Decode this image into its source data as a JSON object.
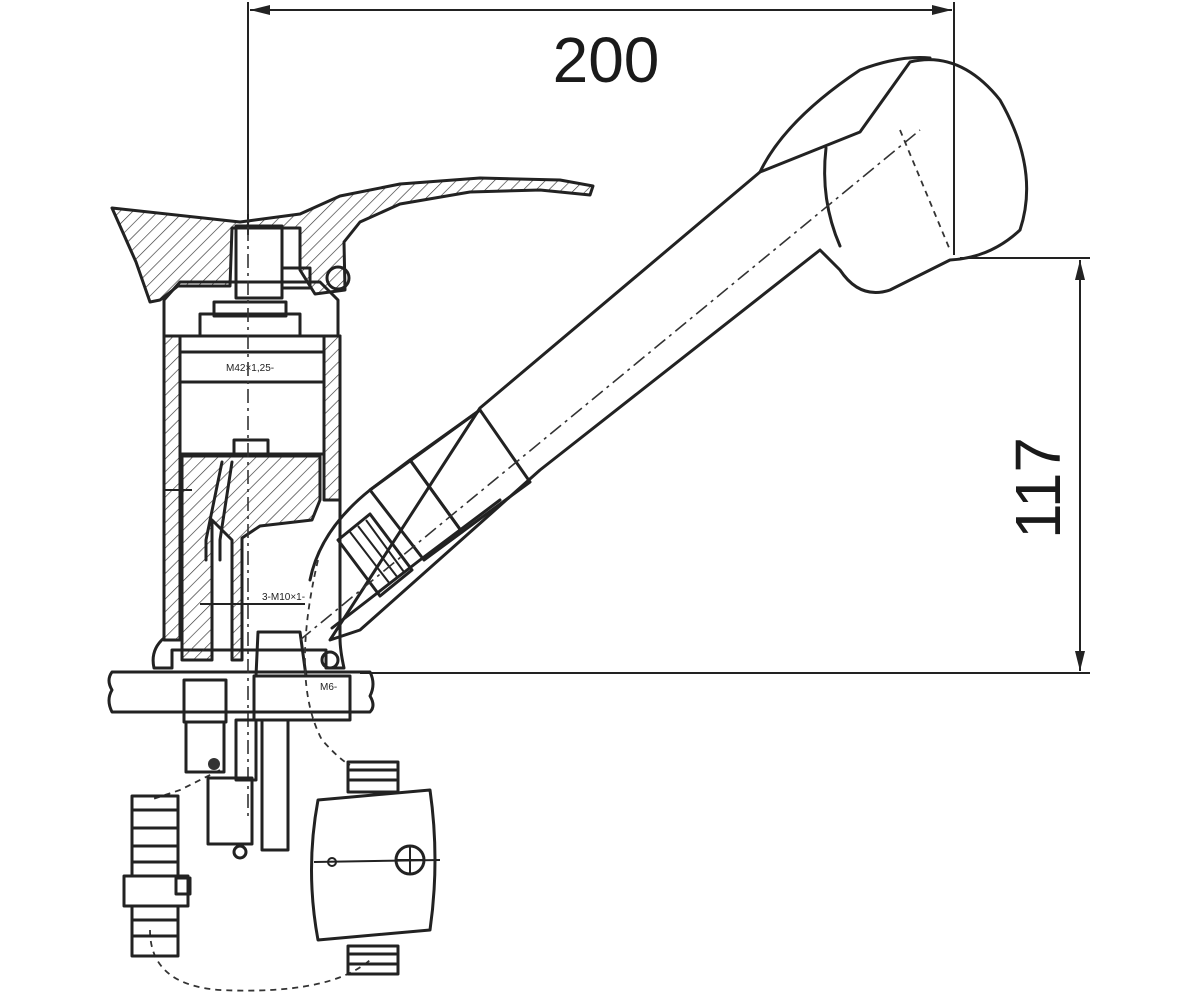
{
  "dimensions": {
    "width_value": "200",
    "height_value": "117"
  },
  "annotations": {
    "thread_main": "M42×1,25-",
    "thread_inlet": "3-M10×1-",
    "thread_mount": "M6-"
  },
  "colors": {
    "line": "#222222",
    "background": "#ffffff"
  }
}
